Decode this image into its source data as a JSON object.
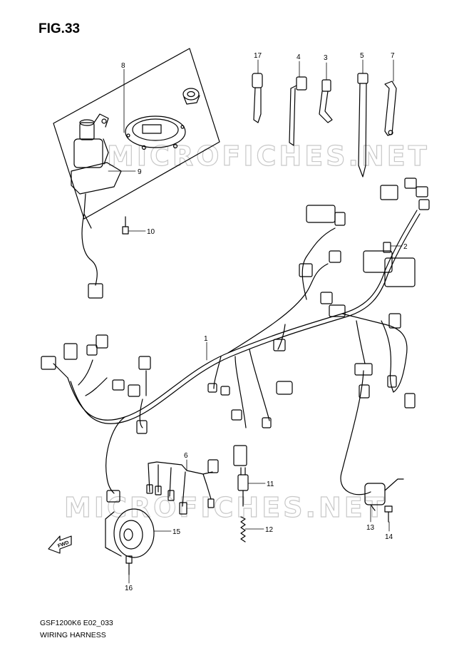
{
  "figure": {
    "title": "FIG.33"
  },
  "watermark": {
    "text": "MICROFICHES.NET"
  },
  "forward_marker": {
    "text": "FWD"
  },
  "callouts": {
    "c1": "1",
    "c2": "2",
    "c3": "3",
    "c4": "4",
    "c5": "5",
    "c6": "6",
    "c7": "7",
    "c8": "8",
    "c9": "9",
    "c10": "10",
    "c11": "11",
    "c12": "12",
    "c13": "13",
    "c14": "14",
    "c15": "15",
    "c16": "16",
    "c17": "17"
  },
  "footer": {
    "code": "GSF1200K6 E02_033",
    "caption": "WIRING HARNESS"
  }
}
